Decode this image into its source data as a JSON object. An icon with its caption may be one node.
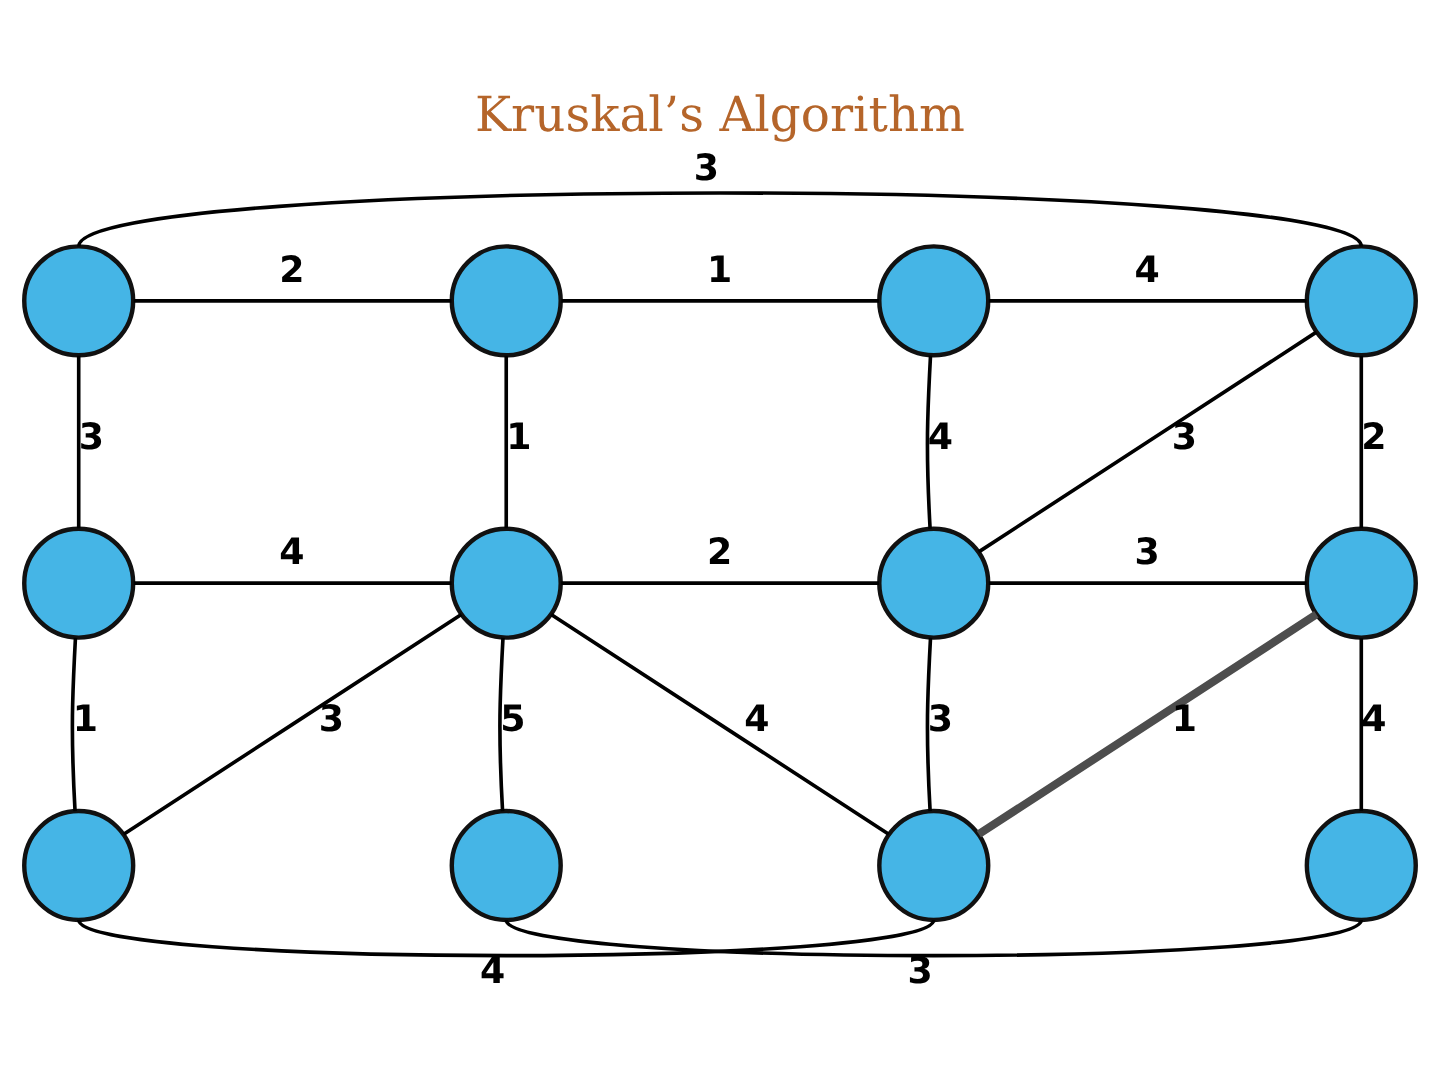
{
  "diagram": {
    "title": "Kruskal’s Algorithm",
    "nodes": [
      {
        "text": [],
        "shape": "circle"
      },
      {
        "text": [],
        "shape": "circle"
      },
      {
        "text": [],
        "shape": "circle"
      },
      {
        "text": [],
        "shape": "circle"
      },
      {
        "text": [],
        "shape": "circle"
      },
      {
        "text": [],
        "shape": "circle"
      },
      {
        "text": [],
        "shape": "circle"
      },
      {
        "text": [],
        "shape": "circle"
      },
      {
        "text": [],
        "shape": "circle"
      },
      {
        "text": [],
        "shape": "circle"
      },
      {
        "text": [],
        "shape": "circle"
      },
      {
        "text": [],
        "shape": "circle"
      }
    ],
    "edges": [
      {
        "from": 0,
        "to": 3,
        "arrow": "none",
        "label": "3"
      },
      {
        "from": 0,
        "to": 1,
        "arrow": "none",
        "label": "2"
      },
      {
        "from": 1,
        "to": 2,
        "arrow": "none",
        "label": "1"
      },
      {
        "from": 2,
        "to": 3,
        "arrow": "none",
        "label": "4"
      },
      {
        "from": 0,
        "to": 4,
        "arrow": "none",
        "label": "3"
      },
      {
        "from": 1,
        "to": 5,
        "arrow": "none",
        "label": "1"
      },
      {
        "from": 2,
        "to": 6,
        "arrow": "none",
        "label": "4"
      },
      {
        "from": 3,
        "to": 6,
        "arrow": "none",
        "label": "3"
      },
      {
        "from": 3,
        "to": 7,
        "arrow": "none",
        "label": "2"
      },
      {
        "from": 4,
        "to": 5,
        "arrow": "none",
        "label": "4"
      },
      {
        "from": 5,
        "to": 6,
        "arrow": "none",
        "label": "2"
      },
      {
        "from": 6,
        "to": 7,
        "arrow": "none",
        "label": "3"
      },
      {
        "from": 4,
        "to": 8,
        "arrow": "none",
        "label": "1"
      },
      {
        "from": 5,
        "to": 8,
        "arrow": "none",
        "label": "3"
      },
      {
        "from": 5,
        "to": 9,
        "arrow": "none",
        "label": "5"
      },
      {
        "from": 5,
        "to": 10,
        "arrow": "none",
        "label": "4"
      },
      {
        "from": 6,
        "to": 10,
        "arrow": "none",
        "label": "3"
      },
      {
        "from": 7,
        "to": 10,
        "arrow": "none",
        "label": "1",
        "style": "thick",
        "color": "#4d4d4d"
      },
      {
        "from": 7,
        "to": 11,
        "arrow": "none",
        "label": "4"
      },
      {
        "from": 8,
        "to": 10,
        "arrow": "none",
        "label": "4"
      },
      {
        "from": 9,
        "to": 11,
        "arrow": "none",
        "label": "3"
      }
    ]
  }
}
